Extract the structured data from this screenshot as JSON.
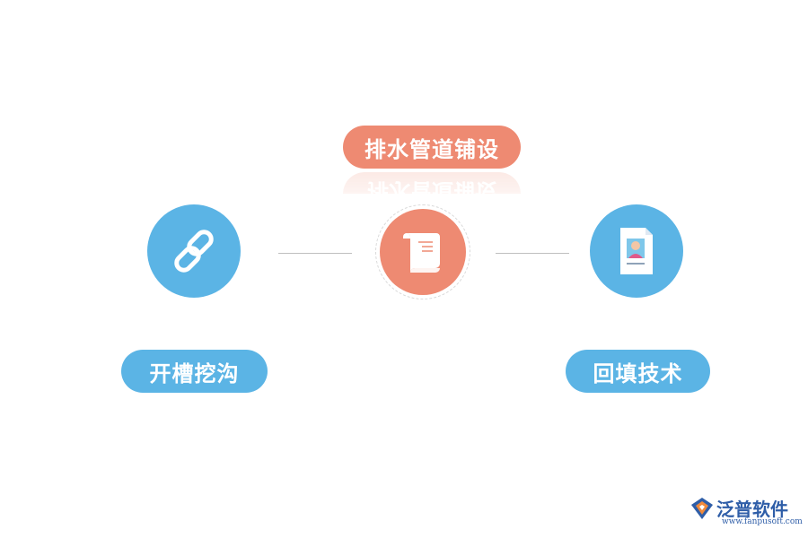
{
  "diagram": {
    "center_label": "排水管道铺设",
    "left_label": "开槽挖沟",
    "right_label": "回填技术"
  },
  "icons": {
    "left": "link-icon",
    "center": "scroll-document-icon",
    "right": "id-card-document-icon"
  },
  "colors": {
    "accent_orange": "#ee8a72",
    "accent_blue": "#5bb4e5",
    "connector": "#bfbfbf"
  },
  "brand": {
    "name": "泛普软件",
    "url": "www.fanpusoft.com"
  }
}
